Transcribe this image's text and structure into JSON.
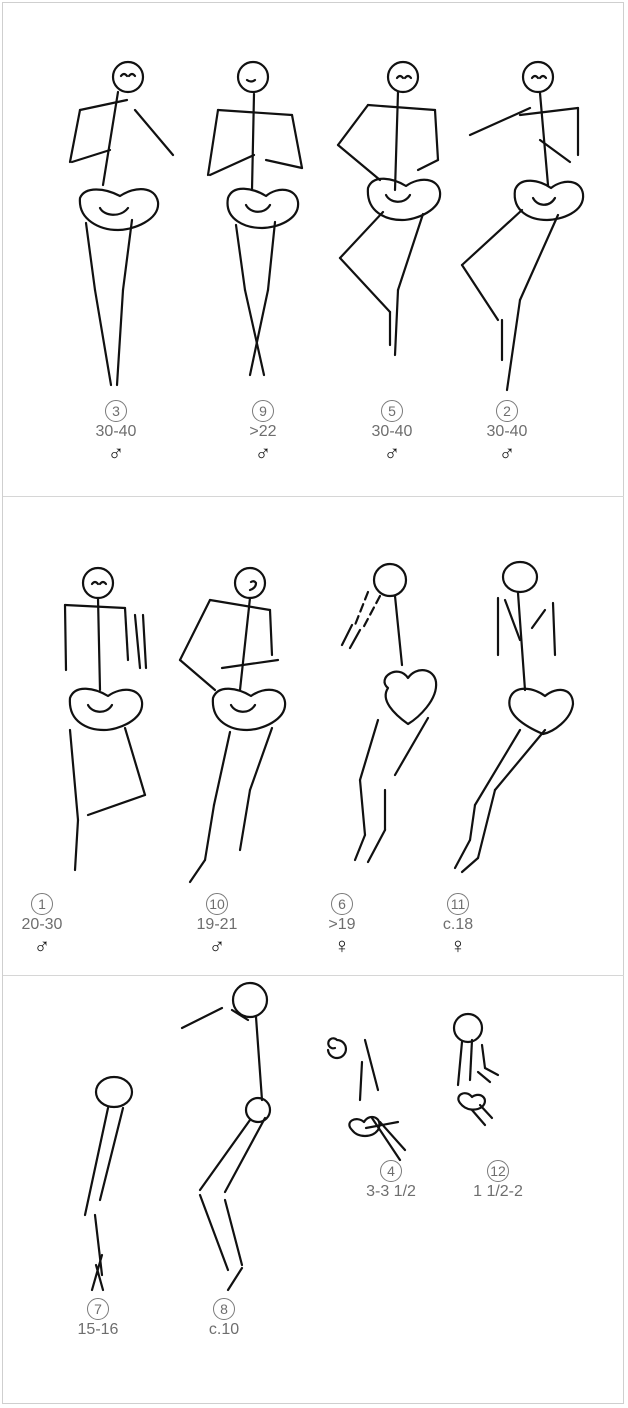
{
  "skeletons": [
    {
      "number": "3",
      "age": "30-40",
      "sex_symbol": "♂"
    },
    {
      "number": "9",
      "age": ">22",
      "sex_symbol": "♂"
    },
    {
      "number": "5",
      "age": "30-40",
      "sex_symbol": "♂"
    },
    {
      "number": "2",
      "age": "30-40",
      "sex_symbol": "♂"
    },
    {
      "number": "1",
      "age": "20-30",
      "sex_symbol": "♂"
    },
    {
      "number": "10",
      "age": "19-21",
      "sex_symbol": "♂"
    },
    {
      "number": "6",
      "age": ">19",
      "sex_symbol": "♀"
    },
    {
      "number": "11",
      "age": "c.18",
      "sex_symbol": "♀"
    },
    {
      "number": "7",
      "age": "15-16",
      "sex_symbol": ""
    },
    {
      "number": "8",
      "age": "c.10",
      "sex_symbol": ""
    },
    {
      "number": "4",
      "age": "3-3 1/2",
      "sex_symbol": ""
    },
    {
      "number": "12",
      "age": "1 1/2-2",
      "sex_symbol": ""
    }
  ],
  "colors": {
    "line": "#111111",
    "label": "#6e6e6e",
    "frame": "#cfcfcf"
  }
}
